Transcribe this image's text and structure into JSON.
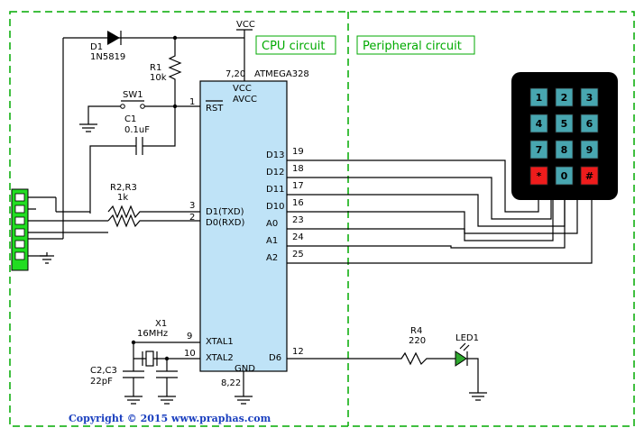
{
  "labels": {
    "vcc_top": "VCC",
    "cpu_section": "CPU circuit",
    "peripheral_section": "Peripheral circuit",
    "d1_name": "D1",
    "d1_part": "1N5819",
    "r1_name": "R1",
    "r1_value": "10k",
    "sw1": "SW1",
    "c1_name": "C1",
    "c1_value": "0.1uF",
    "r23_name": "R2,R3",
    "r23_value": "1k",
    "x1_name": "X1",
    "x1_value": "16MHz",
    "c23_name": "C2,C3",
    "c23_value": "22pF",
    "r4_name": "R4",
    "r4_value": "220",
    "led1": "LED1",
    "copyright": "Copyright © 2015 www.praphas.com"
  },
  "chip": {
    "name": "ATMEGA328",
    "vcc_pins": "7,20",
    "gnd_pins": "8,22",
    "vcc": "VCC",
    "avcc": "AVCC",
    "rst": "RST",
    "txd": "D1(TXD)",
    "rxd": "D0(RXD)",
    "xtal1": "XTAL1",
    "xtal2": "XTAL2",
    "gnd": "GND",
    "d6": "D6",
    "right_pins": [
      "D13",
      "D12",
      "D11",
      "D10",
      "A0",
      "A1",
      "A2"
    ],
    "right_nums": [
      "19",
      "18",
      "17",
      "16",
      "23",
      "24",
      "25"
    ],
    "pin_rst": "1",
    "pin_txd": "3",
    "pin_rxd": "2",
    "pin_xtal1": "9",
    "pin_xtal2": "10",
    "pin_d6": "12"
  },
  "keypad": {
    "keys": [
      "1",
      "2",
      "3",
      "4",
      "5",
      "6",
      "7",
      "8",
      "9",
      "*",
      "0",
      "#"
    ],
    "key_color": "#48a6b0",
    "special_key_color": "#ee1c1c"
  },
  "colors": {
    "section_border": "#0a0",
    "chip_fill": "#bfe3f7",
    "led": "#2ea82e",
    "header": "#22dd22"
  }
}
